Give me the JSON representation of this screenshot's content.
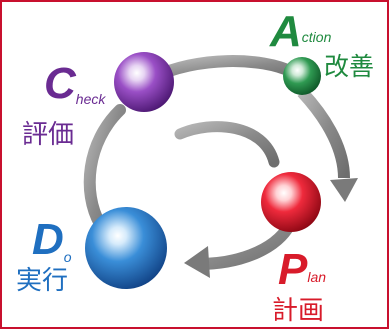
{
  "stages": {
    "action": {
      "letter": "A",
      "rest": "ction",
      "jp": "改善",
      "color": "#1f8a3f"
    },
    "check": {
      "letter": "C",
      "rest": "heck",
      "jp": "評価",
      "color": "#6a2b92"
    },
    "plan": {
      "letter": "P",
      "rest": "lan",
      "jp": "計画",
      "color": "#d81b2a"
    },
    "do": {
      "letter": "D",
      "rest": "o",
      "jp": "実行",
      "color": "#1f6fc0"
    }
  },
  "arrow_color": "#8a8a8a",
  "border_color": "#c8102e"
}
